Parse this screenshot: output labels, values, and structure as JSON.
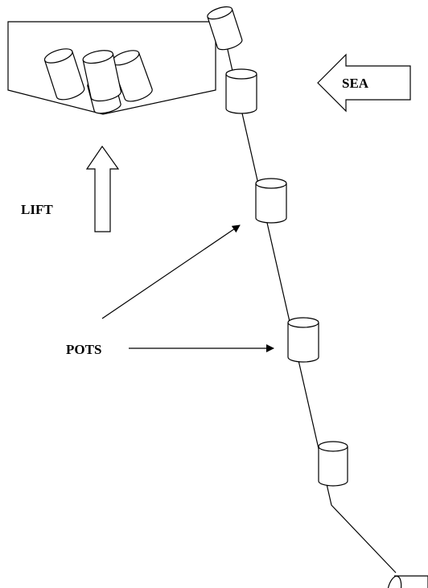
{
  "labels": {
    "sea": "SEA",
    "lift": "LIFT",
    "pots": "POTS"
  },
  "colors": {
    "ink": "#000000",
    "background": "#ffffff"
  }
}
